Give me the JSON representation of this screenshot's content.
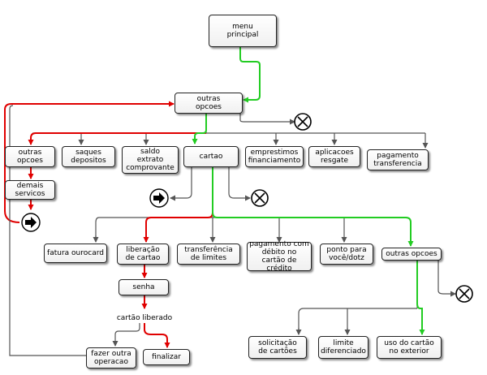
{
  "colors": {
    "line_gray": "#555555",
    "line_red": "#e00000",
    "line_green": "#22cc22",
    "box_border": "#222222"
  },
  "icons": {
    "exit": "circle-x-icon",
    "next": "circle-arrow-right-icon"
  },
  "nodes": {
    "menu_principal": "menu\nprincipal",
    "outras_opcoes_top": "outras\nopcoes",
    "outras_opcoes_left": "outras\nopcoes",
    "saques_depositos": "saques\ndepositos",
    "saldo_extrato": "saldo\nextrato\ncomprovante",
    "cartao": "cartao",
    "emprestimos": "emprestimos\nfinanciamento",
    "aplicacoes": "aplicacoes\nresgate",
    "pagamento_transferencia": "pagamento\ntransferencia",
    "demais_servicos": "demais\nservicos",
    "fatura_ourocard": "fatura ourocard",
    "liberacao_cartao": "liberação\nde cartao",
    "transferencia_limites": "transferência\nde limites",
    "pagamento_debito": "pagamento com\ndébito no\ncartão de crédito",
    "ponto_para_voce": "ponto para\nvocê/dotz",
    "outras_opcoes_right": "outras opcoes",
    "senha": "senha",
    "cartao_liberado": "cartão liberado",
    "fazer_outra_operacao": "fazer outra\noperacao",
    "finalizar": "finalizar",
    "solicitacao_cartoes": "solicitação\nde cartões",
    "limite_diferenciado": "limite\ndiferenciado",
    "uso_cartao_exterior": "uso do cartão\nno exterior"
  }
}
